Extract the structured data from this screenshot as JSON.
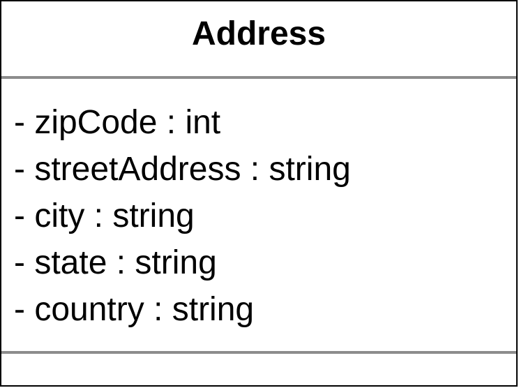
{
  "class": {
    "name": "Address",
    "attributes": [
      "- zipCode : int",
      "- streetAddress : string",
      "- city : string",
      "- state : string",
      "- country : string"
    ],
    "methods": []
  },
  "colors": {
    "border": "#000000",
    "divider": "#8c8c8c",
    "background": "#ffffff",
    "text": "#000000"
  }
}
